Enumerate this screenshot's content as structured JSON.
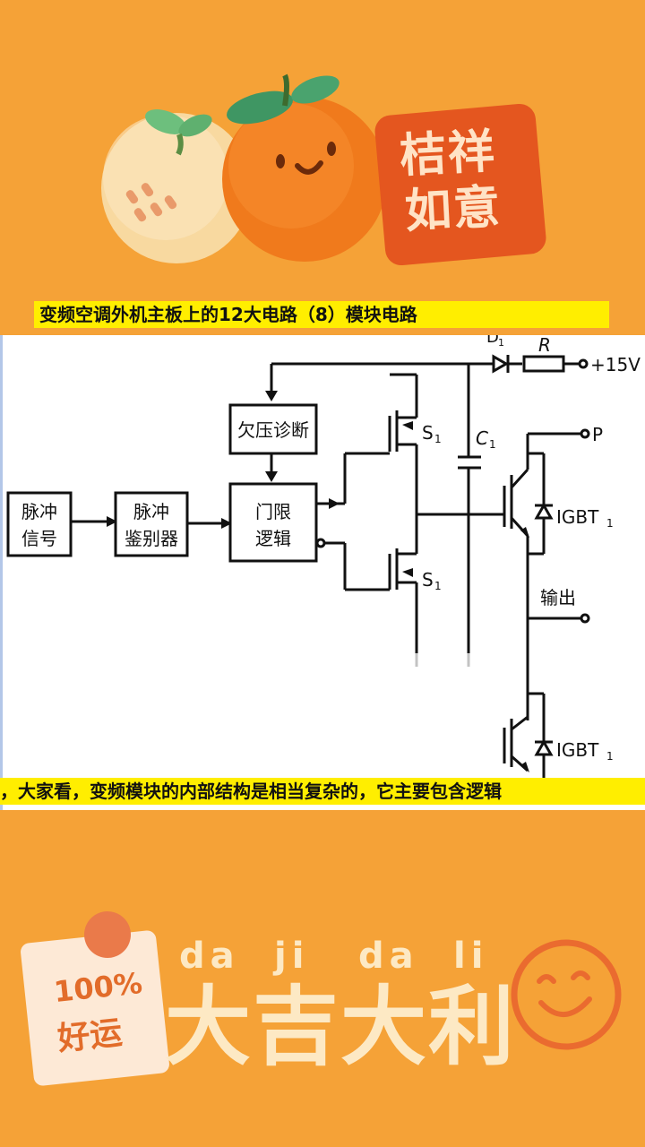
{
  "top_banner": {
    "badge_line1": "桔祥",
    "badge_line2": "如意"
  },
  "title": "变频空调外机主板上的12大电路（8）模块电路",
  "diagram": {
    "blocks": {
      "pulse_signal": [
        "脉冲",
        "信号"
      ],
      "pulse_discriminator": [
        "脉冲",
        "鉴别器"
      ],
      "undervoltage": "欠压诊断",
      "protection_logic": [
        "门限",
        "逻辑"
      ]
    },
    "labels": {
      "s1_top": "S",
      "s1_top_sub": "1",
      "s1_bottom": "S",
      "s1_bottom_sub": "1",
      "c1": "C",
      "c1_sub": "1",
      "d1": "D",
      "d1_sub": "1",
      "r": "R",
      "plus15v": "+15V",
      "p": "P",
      "igbt1_top": "IGBT",
      "igbt1_top_sub": "1",
      "output": "输出",
      "igbt1_bottom": "IGBT",
      "igbt1_bottom_sub": "1"
    }
  },
  "subtitle": "，大家看，变频模块的内部结构是相当复杂的，它主要包含逻辑",
  "bottom_banner": {
    "note_line1": "100%",
    "note_line2": "好运",
    "pinyin": [
      "da",
      "ji",
      "da",
      "li"
    ],
    "big_title": "大吉大利"
  },
  "colors": {
    "background": "#f5a237",
    "highlight": "#ffee00",
    "badge": "#e4561f",
    "orange_fruit": "#f07a1c",
    "leaf": "#4fa26b"
  }
}
